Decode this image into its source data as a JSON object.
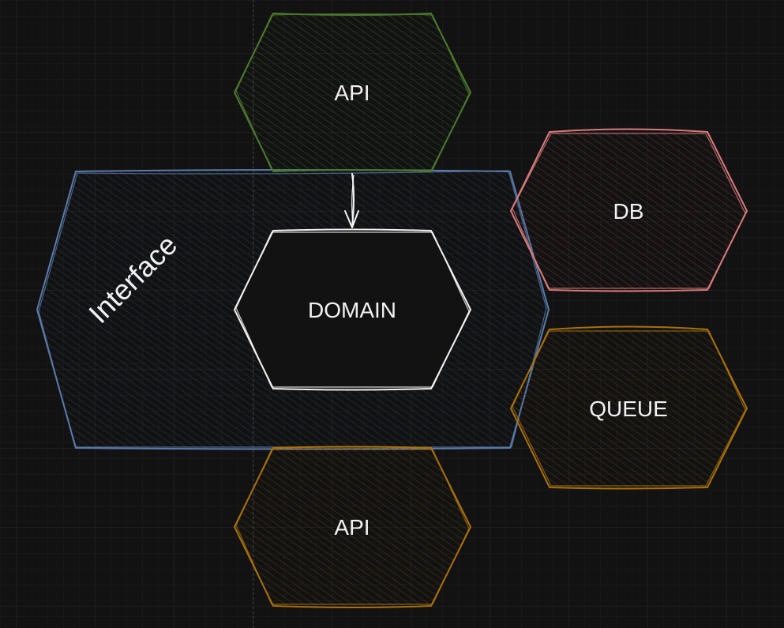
{
  "canvas": {
    "background": "#121212",
    "grid_color": "#2a2a2a"
  },
  "shapes": [
    {
      "id": "api-top",
      "label": "API",
      "stroke": "#4a7a2e",
      "hatch": "#2f4a22",
      "fill": "none"
    },
    {
      "id": "interface",
      "label": "Interface",
      "stroke": "#5a7aaa",
      "hatch": "#26344a",
      "fill": "none"
    },
    {
      "id": "domain",
      "label": "DOMAIN",
      "stroke": "#f2f2f2",
      "hatch": "none",
      "fill": "#121212"
    },
    {
      "id": "db",
      "label": "DB",
      "stroke": "#d97a7a",
      "hatch": "#5a2e2e",
      "fill": "none"
    },
    {
      "id": "queue",
      "label": "QUEUE",
      "stroke": "#a8700c",
      "hatch": "#4a3410",
      "fill": "none"
    },
    {
      "id": "api-bottom",
      "label": "API",
      "stroke": "#a8700c",
      "hatch": "#4a3410",
      "fill": "none"
    }
  ],
  "connectors": [
    {
      "from": "api-top",
      "to": "domain",
      "color": "#f2f2f2"
    }
  ]
}
